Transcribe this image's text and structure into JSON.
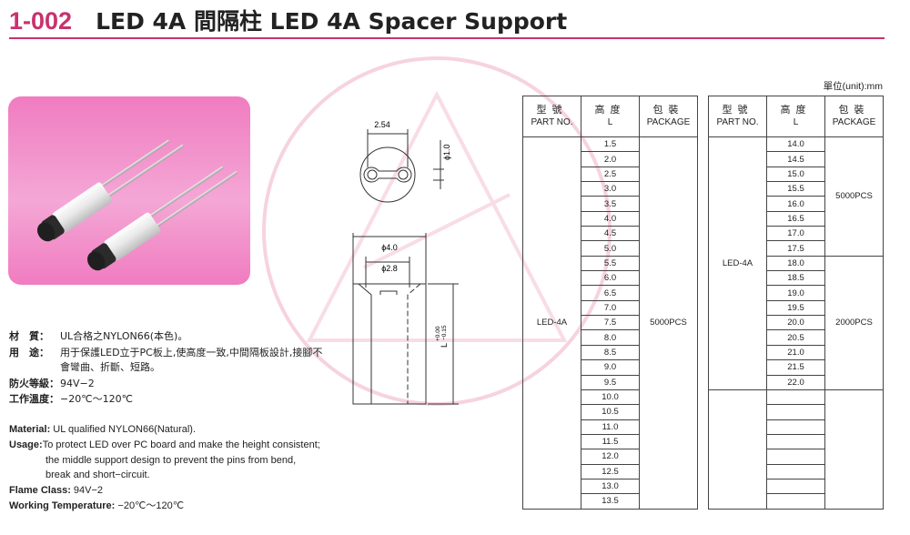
{
  "header": {
    "code": "1-002",
    "title": "LED 4A 間隔柱   LED 4A Spacer Support"
  },
  "specs_cn": [
    {
      "label": "材　質：",
      "value": "UL合格之NYLON66(本色)。"
    },
    {
      "label": "用　途：",
      "value": "用于保護LED立于PC板上,使高度一致,中間隔板設計,接腳不"
    },
    {
      "label": "",
      "value": "會彎曲、折斷、短路。"
    },
    {
      "label": "防火等級：",
      "value": "94V−2"
    },
    {
      "label": "工作溫度：",
      "value": "−20℃～120℃"
    }
  ],
  "specs_en": [
    {
      "label": "Material:",
      "value": " UL qualified NYLON66(Natural)."
    },
    {
      "label": "Usage:",
      "value": "To protect LED over PC board and make the height consistent;"
    },
    {
      "label": "",
      "value": "the middle support design to prevent the pins from bend,"
    },
    {
      "label": "",
      "value": "break and short−circuit."
    },
    {
      "label": "Flame Class:",
      "value": " 94V−2"
    },
    {
      "label": "Working Temperature:",
      "value": " −20℃～120℃"
    }
  ],
  "drawing": {
    "dim_top_width": "2.54",
    "dim_hole": "ϕ1.0",
    "dim_outer": "ϕ4.0",
    "dim_inner": "ϕ2.8",
    "dim_length": "L",
    "dim_tol_plus": "+0.00",
    "dim_tol_minus": "−0.15"
  },
  "unit_label": "單位(unit):mm",
  "table_headers": {
    "part_cn": "型號",
    "part_en": "PART NO.",
    "height_cn": "高度",
    "height_en": "L",
    "pkg_cn": "包裝",
    "pkg_en": "PACKAGE"
  },
  "table1": {
    "part_no": "LED-4A",
    "package": "5000PCS",
    "heights": [
      "1.5",
      "2.0",
      "2.5",
      "3.0",
      "3.5",
      "4.0",
      "4.5",
      "5.0",
      "5.5",
      "6.0",
      "6.5",
      "7.0",
      "7.5",
      "8.0",
      "8.5",
      "9.0",
      "9.5",
      "10.0",
      "10.5",
      "11.0",
      "11.5",
      "12.0",
      "12.5",
      "13.0",
      "13.5"
    ]
  },
  "table2": {
    "part_no": "LED-4A",
    "package_a": "5000PCS",
    "package_b": "2000PCS",
    "heights": [
      "14.0",
      "14.5",
      "15.0",
      "15.5",
      "16.0",
      "16.5",
      "17.0",
      "17.5",
      "18.0",
      "18.5",
      "19.0",
      "19.5",
      "20.0",
      "20.5",
      "21.0",
      "21.5",
      "22.0",
      "",
      "",
      "",
      "",
      "",
      "",
      "",
      ""
    ]
  }
}
